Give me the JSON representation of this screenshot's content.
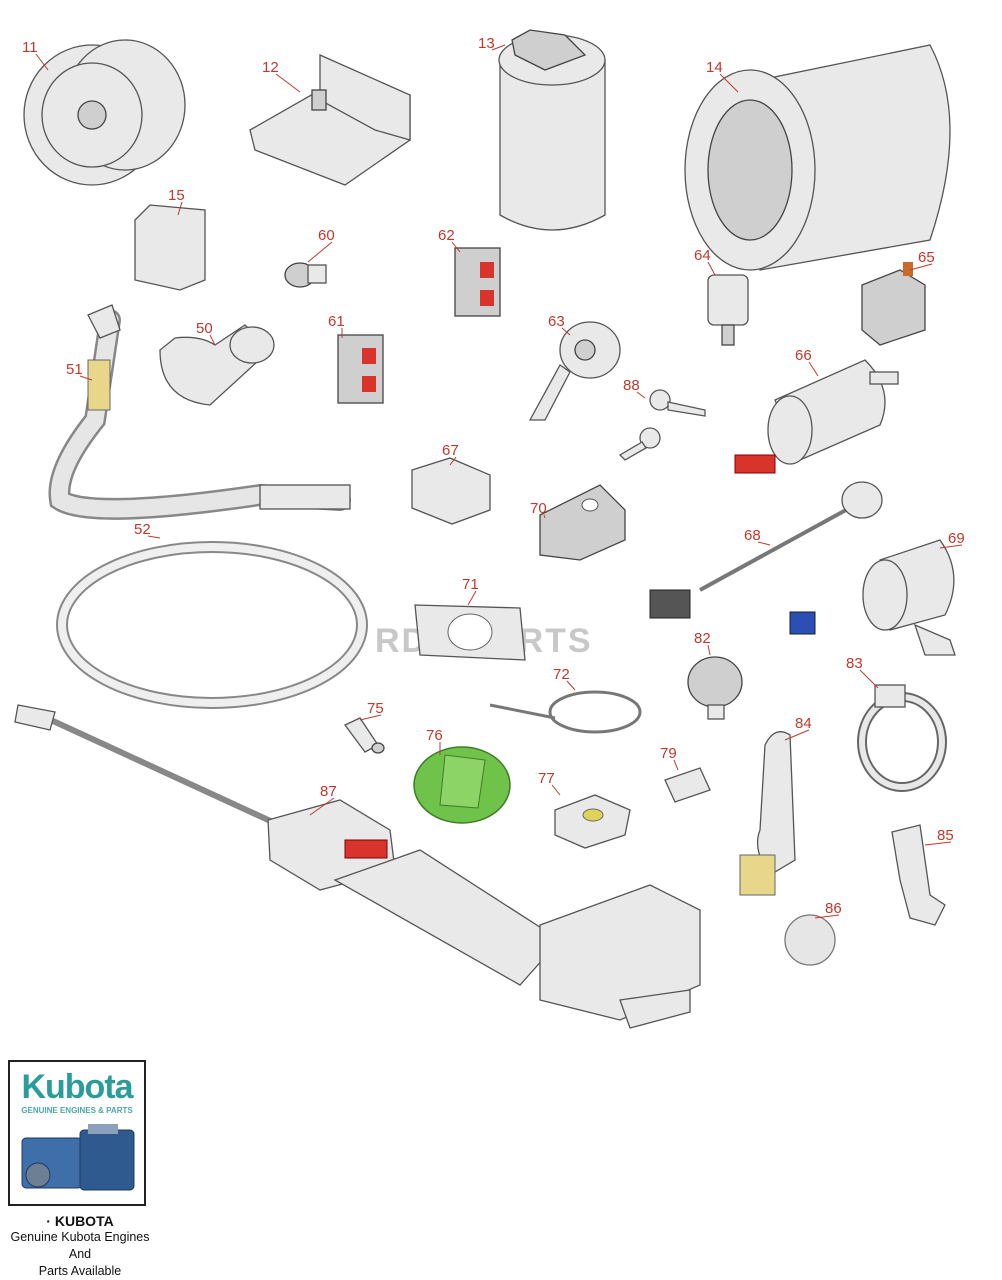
{
  "watermark": "RDM PARTS",
  "callouts": [
    "11",
    "12",
    "13",
    "14",
    "15",
    "60",
    "62",
    "64",
    "65",
    "50",
    "61",
    "63",
    "51",
    "66",
    "88",
    "67",
    "70",
    "52",
    "68",
    "69",
    "71",
    "82",
    "72",
    "83",
    "75",
    "84",
    "76",
    "79",
    "77",
    "87",
    "85",
    "86"
  ],
  "brand": {
    "logo_text": "Kubota",
    "tagline": "GENUINE ENGINES & PARTS",
    "caption_title": "· KUBOTA",
    "caption_line1": "Genuine Kubota Engines And",
    "caption_line2": "Parts Available"
  },
  "colors": {
    "callout": "#c0392b",
    "brand_teal": "#2a9d9a",
    "switch_red": "#d9342b",
    "cap_green": "#6fc24a",
    "filter_blue": "#9fd0e0",
    "connector_blue": "#2b4fb5"
  }
}
